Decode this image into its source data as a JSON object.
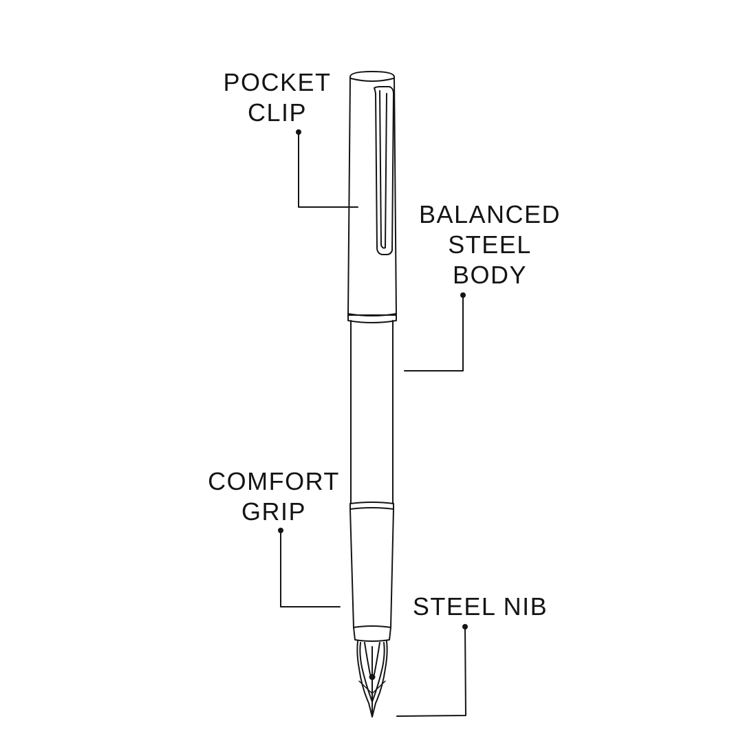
{
  "callouts": {
    "pocket_clip": {
      "line1": "POCKET",
      "line2": "CLIP"
    },
    "balanced_steel_body": {
      "line1": "BALANCED",
      "line2": "STEEL",
      "line3": "BODY"
    },
    "comfort_grip": {
      "line1": "COMFORT",
      "line2": "GRIP"
    },
    "steel_nib": {
      "line1": "STEEL NIB"
    }
  },
  "colors": {
    "ink": "#141414",
    "background": "#ffffff"
  }
}
